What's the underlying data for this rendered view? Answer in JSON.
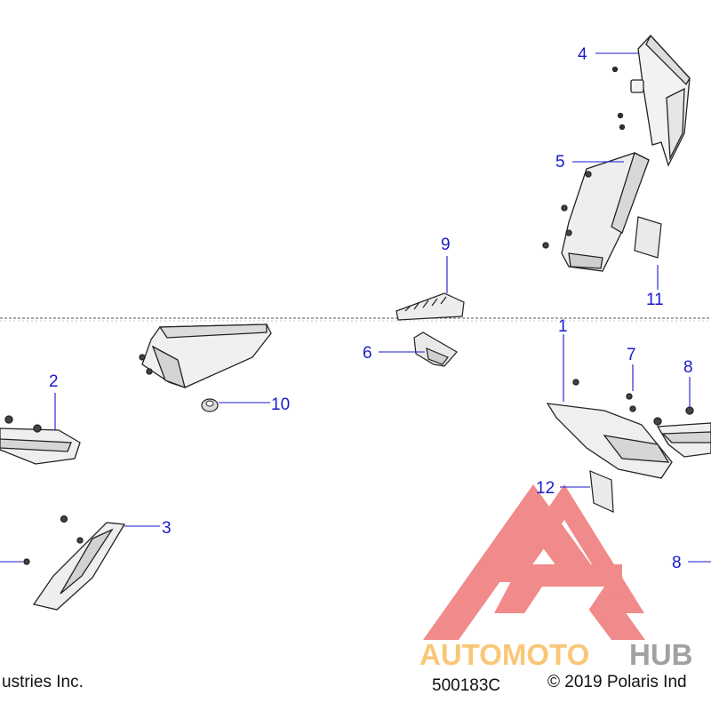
{
  "callouts": {
    "c1": "1",
    "c2": "2",
    "c3": "3",
    "c4": "4",
    "c5": "5",
    "c6": "6",
    "c7": "7",
    "c8a": "8",
    "c8b": "8",
    "c9": "9",
    "c10": "10",
    "c11": "11",
    "c12": "12"
  },
  "footer": {
    "left": "ustries Inc.",
    "code": "500183C",
    "copyright": "© 2019 Polaris Ind"
  },
  "watermark": {
    "part1": "AUTOMOTO",
    "part2": "HUB"
  },
  "colors": {
    "callout": "#1a1acc",
    "watermark_red": "#ec5a5a",
    "watermark_orange": "#f7b54a",
    "watermark_gray": "#8a8a8a"
  }
}
